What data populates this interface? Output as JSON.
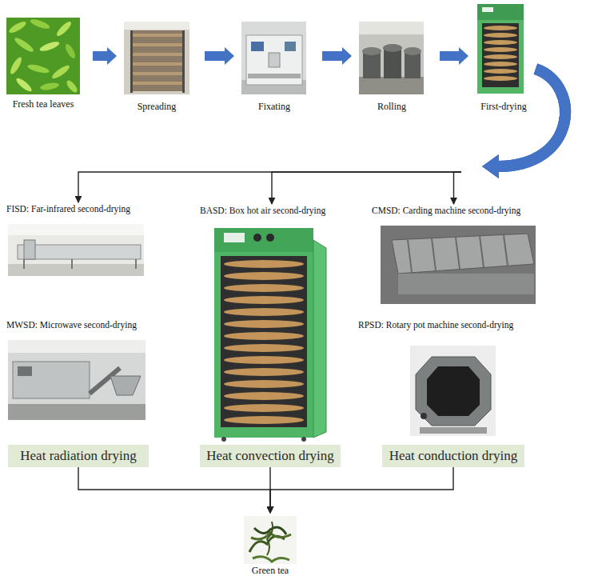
{
  "diagram": {
    "nodes": [
      {
        "text": [
          "Fresh tea leaves"
        ]
      },
      {
        "text": [
          "Spreading"
        ]
      },
      {
        "text": [
          "Fixating"
        ]
      },
      {
        "text": [
          "Rolling"
        ]
      },
      {
        "text": [
          "First-drying"
        ]
      },
      {
        "text": [
          "FISD: Far-infrared second-drying"
        ]
      },
      {
        "text": [
          "BASD: Box hot air second-drying"
        ]
      },
      {
        "text": [
          "CMSD: Carding machine second-drying"
        ]
      },
      {
        "text": [
          "MWSD: Microwave second-drying"
        ]
      },
      {
        "text": [
          "RPSD: Rotary pot machine second-drying"
        ]
      },
      {
        "text": [
          "Heat radiation drying"
        ]
      },
      {
        "text": [
          "Heat convection drying"
        ]
      },
      {
        "text": [
          "Heat conduction drying"
        ]
      },
      {
        "text": [
          "Green tea"
        ]
      }
    ],
    "edges": [
      {
        "from": 0,
        "to": 1,
        "arrow": "to"
      },
      {
        "from": 1,
        "to": 2,
        "arrow": "to"
      },
      {
        "from": 2,
        "to": 3,
        "arrow": "to"
      },
      {
        "from": 3,
        "to": 4,
        "arrow": "to"
      },
      {
        "from": 4,
        "to": 5,
        "arrow": "to"
      },
      {
        "from": 4,
        "to": 6,
        "arrow": "to"
      },
      {
        "from": 4,
        "to": 7,
        "arrow": "to"
      },
      {
        "from": 10,
        "to": 13,
        "arrow": "to"
      },
      {
        "from": 11,
        "to": 13,
        "arrow": "to"
      },
      {
        "from": 12,
        "to": 13,
        "arrow": "to"
      }
    ]
  }
}
